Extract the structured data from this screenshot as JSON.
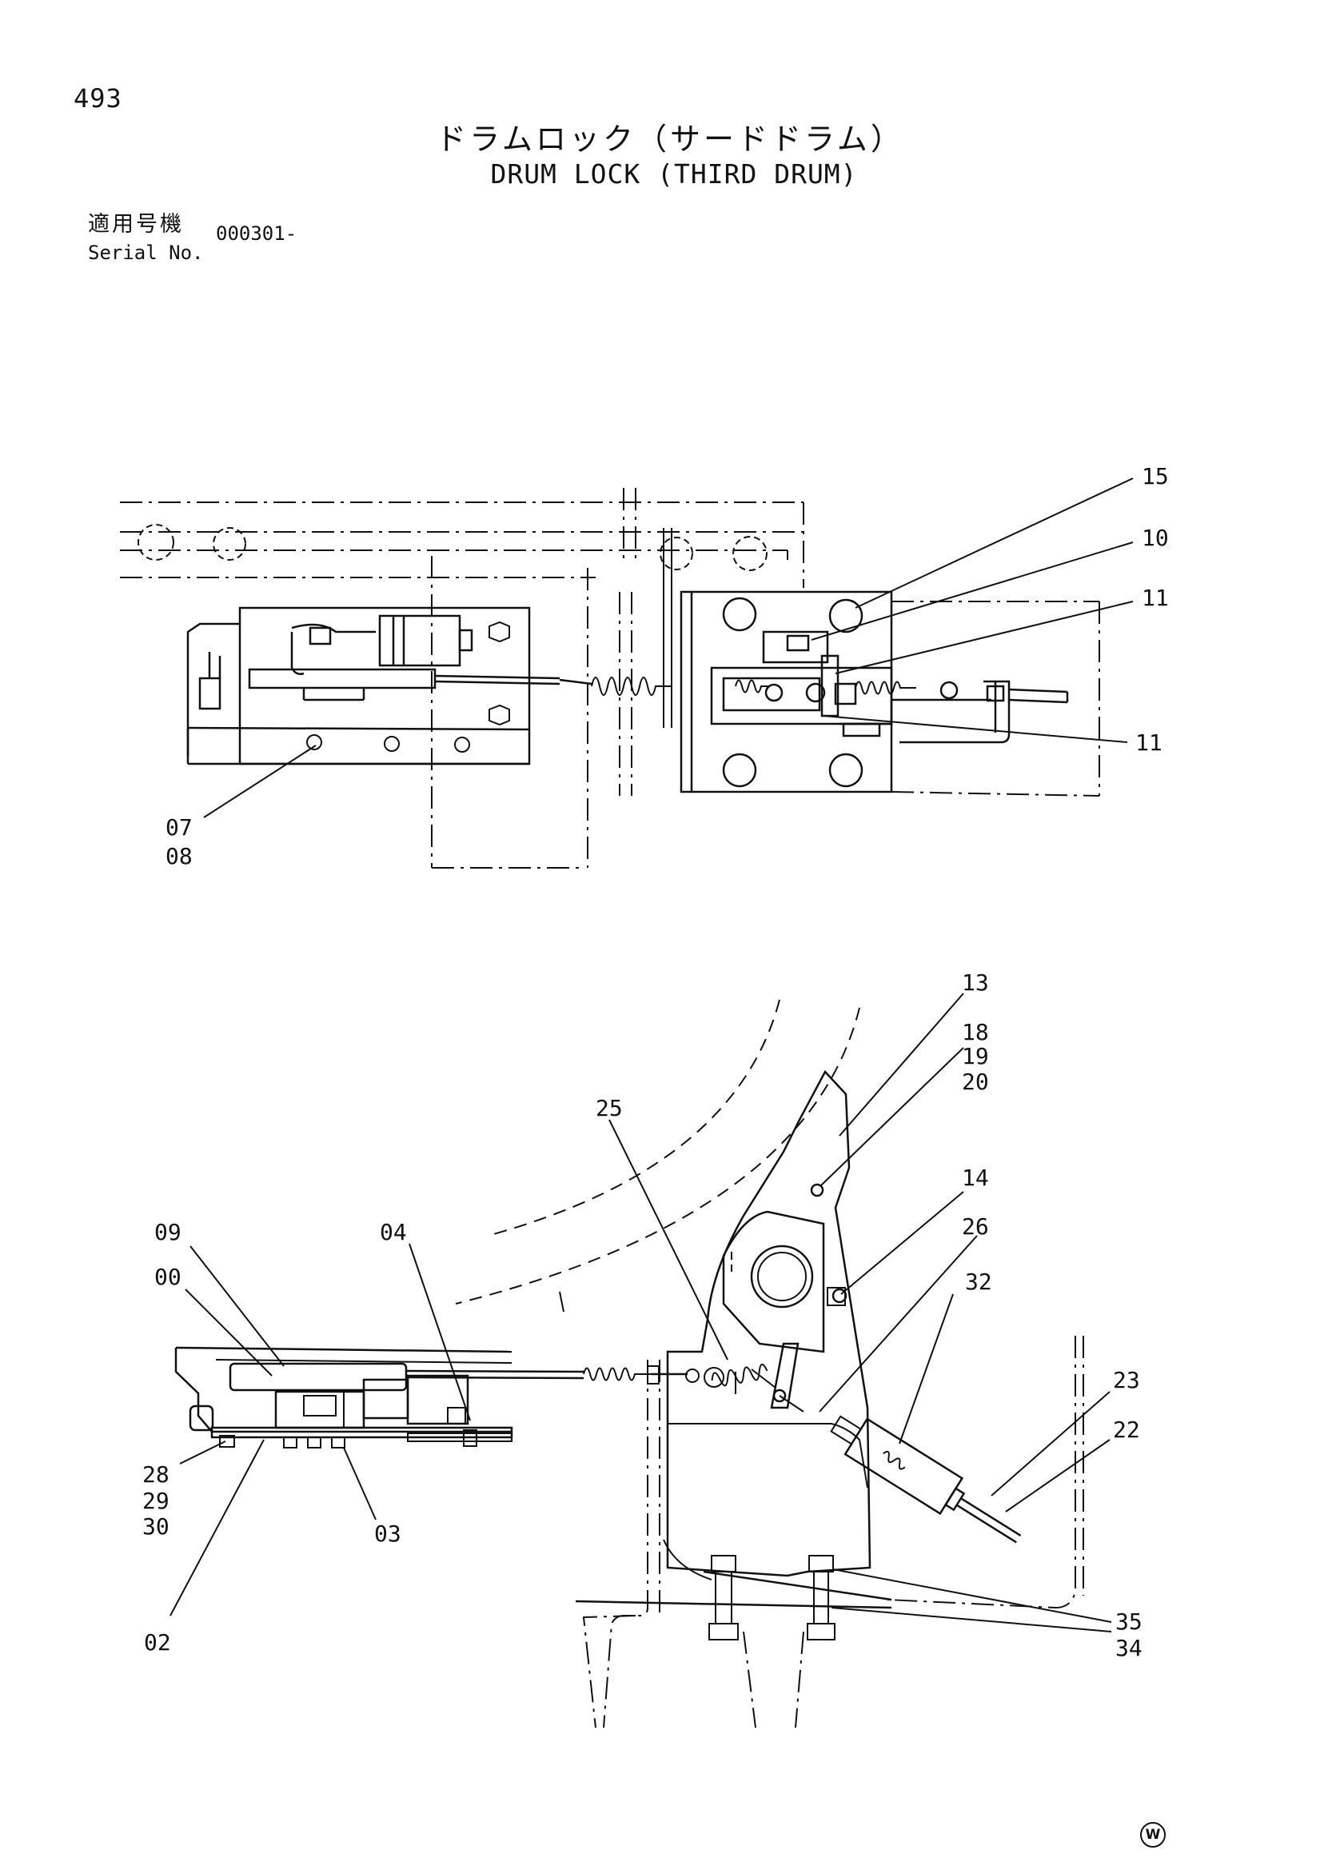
{
  "page": {
    "number": "493",
    "title_jp": "ドラムロック（サードドラム）",
    "title_en": "DRUM LOCK (THIRD DRUM)",
    "serial_label_jp": "適用号機",
    "serial_label_en": "Serial No.",
    "serial_value": "000301-",
    "corner_mark": "W"
  },
  "top_view": {
    "callouts": [
      "15",
      "10",
      "11",
      "11",
      "07",
      "08"
    ]
  },
  "side_view": {
    "callouts": [
      "13",
      "18",
      "19",
      "20",
      "25",
      "14",
      "26",
      "32",
      "09",
      "00",
      "04",
      "23",
      "22",
      "28",
      "29",
      "30",
      "03",
      "02",
      "35",
      "34"
    ]
  }
}
